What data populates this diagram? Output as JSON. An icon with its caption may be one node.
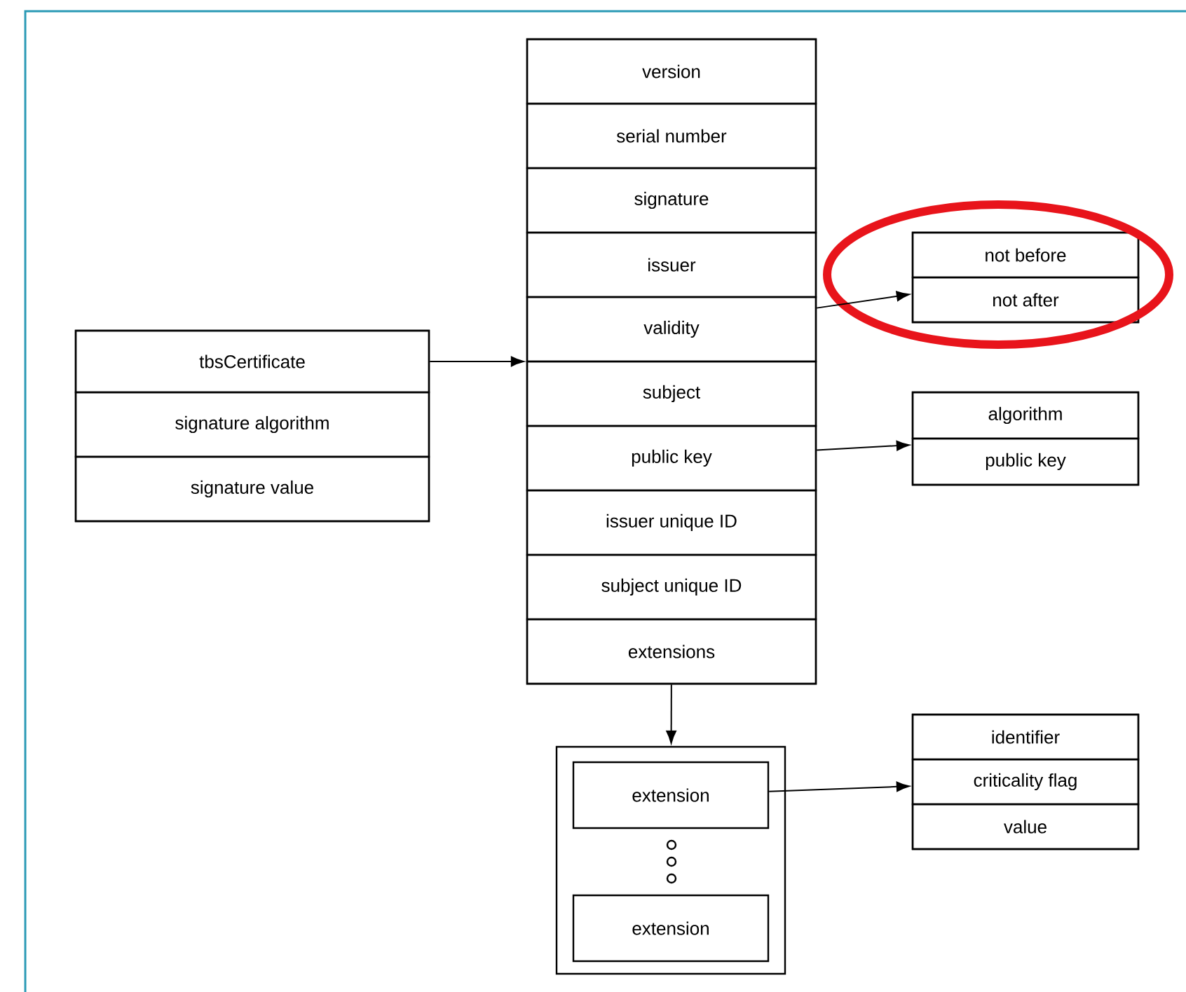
{
  "diagram": {
    "nodes": [
      {
        "text": [],
        "shape": "box"
      },
      {
        "text": [
          "tbsCertificate"
        ],
        "in": 0
      },
      {
        "text": [
          "signature algorithm"
        ],
        "in": 0
      },
      {
        "text": [
          "signature value"
        ],
        "in": 0
      },
      {
        "text": [],
        "shape": "box"
      },
      {
        "text": [
          "version"
        ],
        "in": 4
      },
      {
        "text": [
          "serial number"
        ],
        "in": 4
      },
      {
        "text": [
          "signature"
        ],
        "in": 4
      },
      {
        "text": [
          "issuer"
        ],
        "in": 4
      },
      {
        "text": [
          "validity"
        ],
        "in": 4
      },
      {
        "text": [
          "subject"
        ],
        "in": 4
      },
      {
        "text": [
          "public key"
        ],
        "in": 4
      },
      {
        "text": [
          "issuer unique ID"
        ],
        "in": 4
      },
      {
        "text": [
          "subject unique ID"
        ],
        "in": 4
      },
      {
        "text": [
          "extensions"
        ],
        "in": 4
      },
      {
        "text": [],
        "shape": "box"
      },
      {
        "text": [
          "not before"
        ],
        "in": 15
      },
      {
        "text": [
          "not after"
        ],
        "in": 15
      },
      {
        "text": [],
        "shape": "box"
      },
      {
        "text": [
          "algorithm"
        ],
        "in": 18
      },
      {
        "text": [
          "public key"
        ],
        "in": 18
      },
      {
        "text": [],
        "shape": "box"
      },
      {
        "text": [
          "extension"
        ],
        "in": 21
      },
      {
        "text": [
          "extension"
        ],
        "in": 21
      },
      {
        "text": [],
        "shape": "box"
      },
      {
        "text": [
          "identifier"
        ],
        "in": 24
      },
      {
        "text": [
          "criticality flag"
        ],
        "in": 24
      },
      {
        "text": [
          "value"
        ],
        "in": 24
      }
    ],
    "edges": [
      {
        "from": 1,
        "to": 4,
        "arrow": "to"
      },
      {
        "from": 9,
        "to": 15,
        "arrow": "to"
      },
      {
        "from": 11,
        "to": 18,
        "arrow": "to"
      },
      {
        "from": 14,
        "to": 21,
        "arrow": "to"
      },
      {
        "from": 22,
        "to": 24,
        "arrow": "to"
      }
    ]
  }
}
